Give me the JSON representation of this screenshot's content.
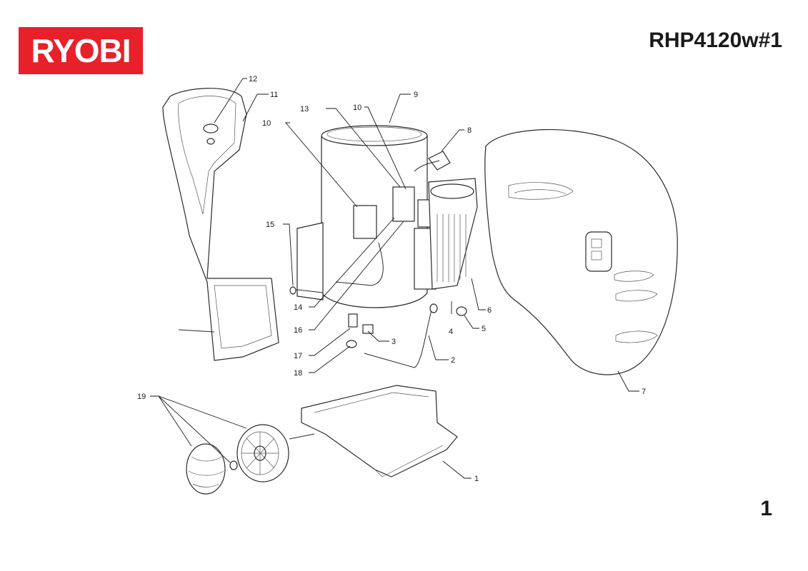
{
  "brand": "RYOBI",
  "model": "RHP4120w#1",
  "page_number": "1",
  "callouts": {
    "c1": "1",
    "c2": "2",
    "c3": "3",
    "c4": "4",
    "c5": "5",
    "c6": "6",
    "c7": "7",
    "c8": "8",
    "c9": "9",
    "c10a": "10",
    "c10b": "10",
    "c11": "11",
    "c12": "12",
    "c13": "13",
    "c14": "14",
    "c15": "15",
    "c16": "16",
    "c17": "17",
    "c18": "18",
    "c19": "19"
  }
}
